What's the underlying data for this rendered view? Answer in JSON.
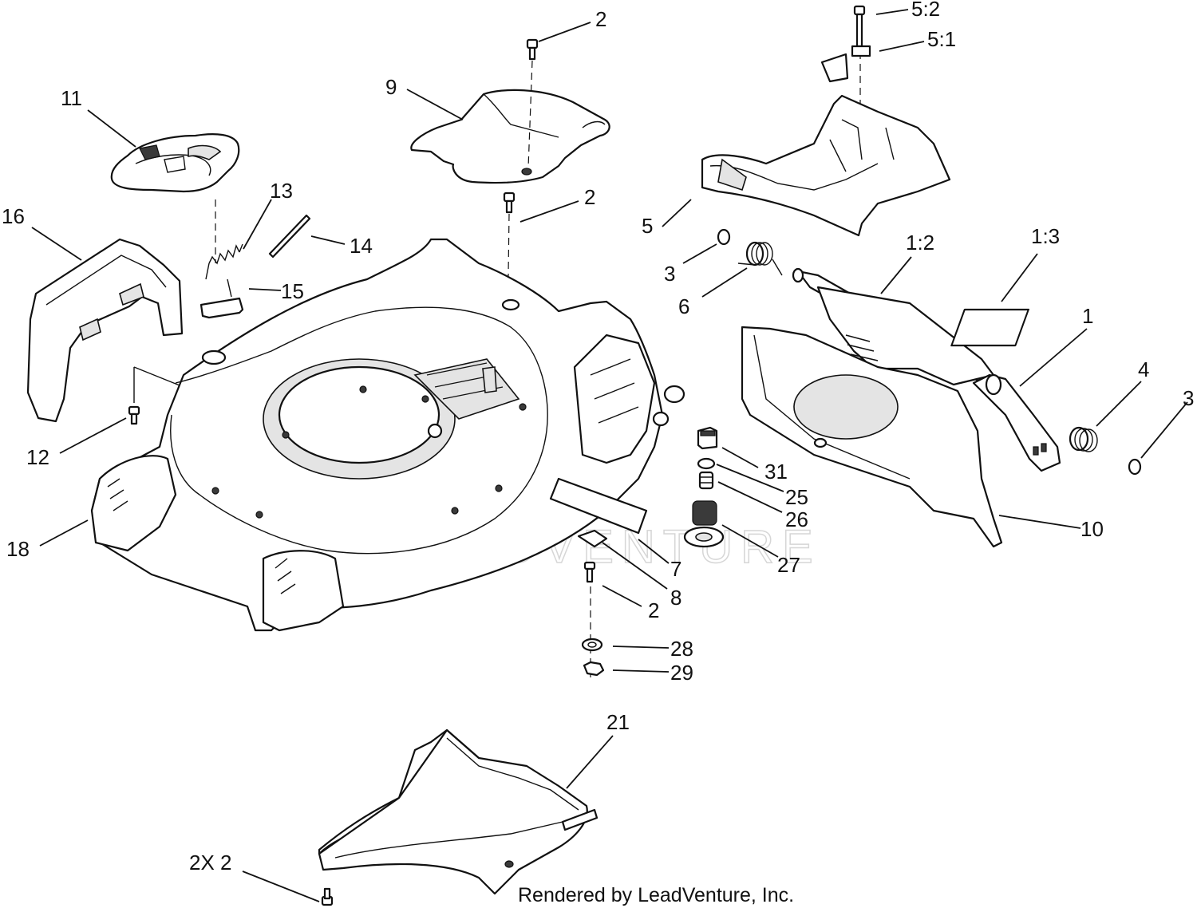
{
  "diagram": {
    "callouts": {
      "c_2_top": "2",
      "c_5_2": "5:2",
      "c_5_1": "5:1",
      "c_9": "9",
      "c_11": "11",
      "c_2_mid": "2",
      "c_13": "13",
      "c_16": "16",
      "c_14": "14",
      "c_5": "5",
      "c_1_2": "1:2",
      "c_1_3": "1:3",
      "c_3_left": "3",
      "c_15": "15",
      "c_6": "6",
      "c_1": "1",
      "c_4": "4",
      "c_3_right": "3",
      "c_12": "12",
      "c_31": "31",
      "c_25": "25",
      "c_26": "26",
      "c_10": "10",
      "c_18": "18",
      "c_27": "27",
      "c_7": "7",
      "c_8": "8",
      "c_2_low": "2",
      "c_28": "28",
      "c_29": "29",
      "c_21": "21",
      "c_2x2": "2X 2"
    },
    "watermark": "LEADVENTURE",
    "credit": "Rendered by LeadVenture, Inc."
  }
}
